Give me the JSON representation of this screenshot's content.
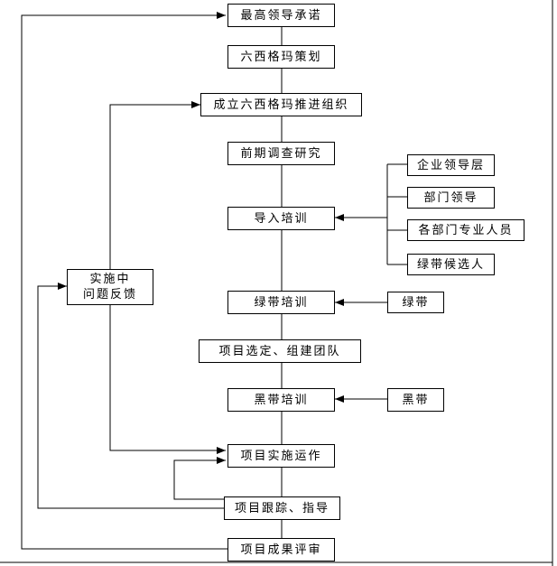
{
  "nodes": {
    "leader": "最高领导承诺",
    "plan": "六西格玛策划",
    "org": "成立六西格玛推进组织",
    "survey": "前期调查研究",
    "intro": "导入培训",
    "green_train": "绿带培训",
    "select": "项目选定、组建团队",
    "black_train": "黑带培训",
    "implement": "项目实施运作",
    "track": "项目跟踪、指导",
    "eval": "项目成果评审",
    "feedback_line1": "实施中",
    "feedback_line2": "问题反馈",
    "in_exec": "企业领导层",
    "in_dept": "部门领导",
    "in_staff": "各部门专业人员",
    "in_candidate": "绿带候选人",
    "in_green": "绿带",
    "in_black": "黑带"
  }
}
